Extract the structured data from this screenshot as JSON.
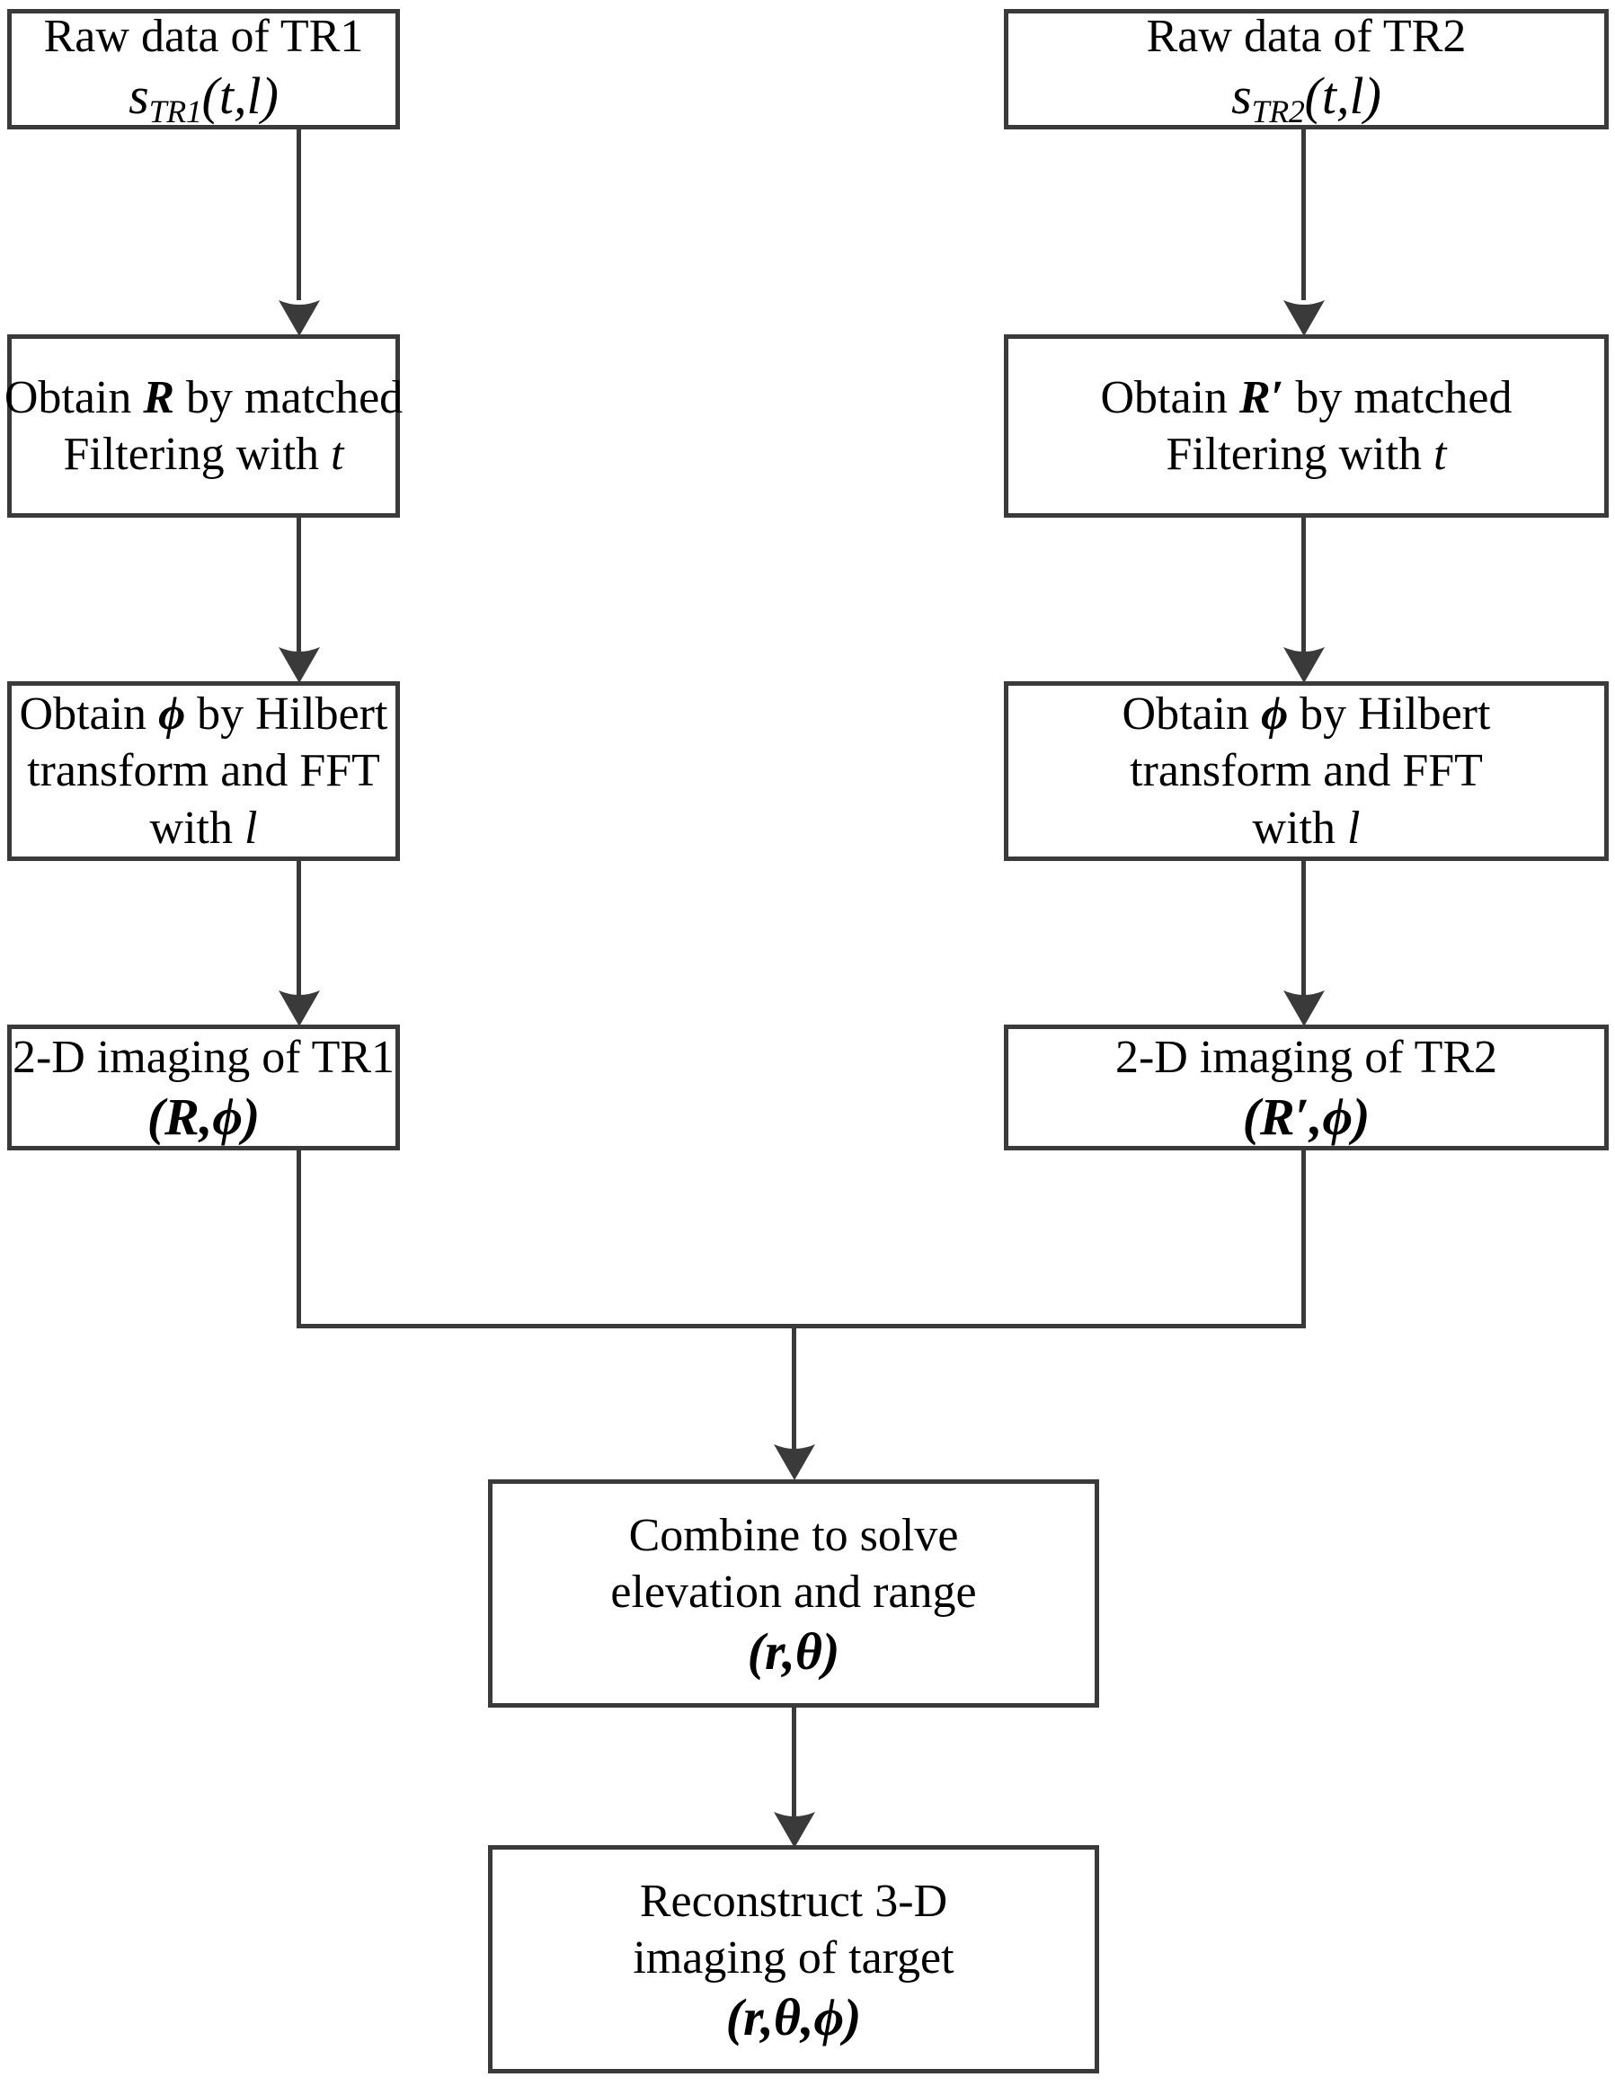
{
  "diagram": {
    "title": "3-D imaging processing flowchart",
    "type": "flowchart",
    "stroke_color": "#3a3a3a",
    "text_color": "#000000",
    "background_color": "#ffffff",
    "nodes": {
      "raw_tr1": {
        "line1": "Raw data of TR1",
        "math_var": "s",
        "math_sub": "TR1",
        "math_args": "(t,l)"
      },
      "raw_tr2": {
        "line1": "Raw data of TR2",
        "math_var": "s",
        "math_sub": "TR2",
        "math_args": "(t,l)"
      },
      "matched_tr1": {
        "pre": "Obtain ",
        "symbol": "R",
        "prime": "",
        "mid": " by matched",
        "line2_pre": "Filtering with ",
        "line2_var": "t"
      },
      "matched_tr2": {
        "pre": "Obtain ",
        "symbol": "R",
        "prime": "′",
        "mid": " by matched",
        "line2_pre": "Filtering with ",
        "line2_var": "t"
      },
      "hilbert_tr1": {
        "pre": "Obtain ",
        "symbol": "ϕ",
        "mid": " by Hilbert",
        "line2": "transform and FFT",
        "line3_pre": "with ",
        "line3_var": "l"
      },
      "hilbert_tr2": {
        "pre": "Obtain ",
        "symbol": "ϕ",
        "mid": " by Hilbert",
        "line2": "transform and FFT",
        "line3_pre": "with ",
        "line3_var": "l"
      },
      "imaging_tr1": {
        "line1": "2-D imaging of TR1",
        "open": "(",
        "sym1": "R",
        "prime": "",
        "comma": ",",
        "sym2": "ϕ",
        "close": ")"
      },
      "imaging_tr2": {
        "line1": "2-D imaging of TR2",
        "open": "(",
        "sym1": "R",
        "prime": "′",
        "comma": ",",
        "sym2": "ϕ",
        "close": ")"
      },
      "combine": {
        "line1": "Combine to solve",
        "line2": "elevation and range",
        "open": "(",
        "sym1": "r",
        "comma": ",",
        "sym2": "θ",
        "close": ")"
      },
      "reconstruct": {
        "line1": "Reconstruct 3-D",
        "line2": "imaging of target",
        "open": "(",
        "sym1": "r",
        "comma1": ",",
        "sym2": "θ",
        "comma2": ",",
        "sym3": "ϕ",
        "close": ")"
      }
    },
    "edges": [
      {
        "name": "raw-tr1-to-matched-tr1",
        "from": "raw_tr1",
        "to": "matched_tr1"
      },
      {
        "name": "raw-tr2-to-matched-tr2",
        "from": "raw_tr2",
        "to": "matched_tr2"
      },
      {
        "name": "matched-tr1-to-hilbert-tr1",
        "from": "matched_tr1",
        "to": "hilbert_tr1"
      },
      {
        "name": "matched-tr2-to-hilbert-tr2",
        "from": "matched_tr2",
        "to": "hilbert_tr2"
      },
      {
        "name": "hilbert-tr1-to-imaging-tr1",
        "from": "hilbert_tr1",
        "to": "imaging_tr1"
      },
      {
        "name": "hilbert-tr2-to-imaging-tr2",
        "from": "hilbert_tr2",
        "to": "imaging_tr2"
      },
      {
        "name": "imaging-tr1-to-combine",
        "from": "imaging_tr1",
        "to": "combine"
      },
      {
        "name": "imaging-tr2-to-combine",
        "from": "imaging_tr2",
        "to": "combine"
      },
      {
        "name": "combine-to-reconstruct",
        "from": "combine",
        "to": "reconstruct"
      }
    ]
  }
}
